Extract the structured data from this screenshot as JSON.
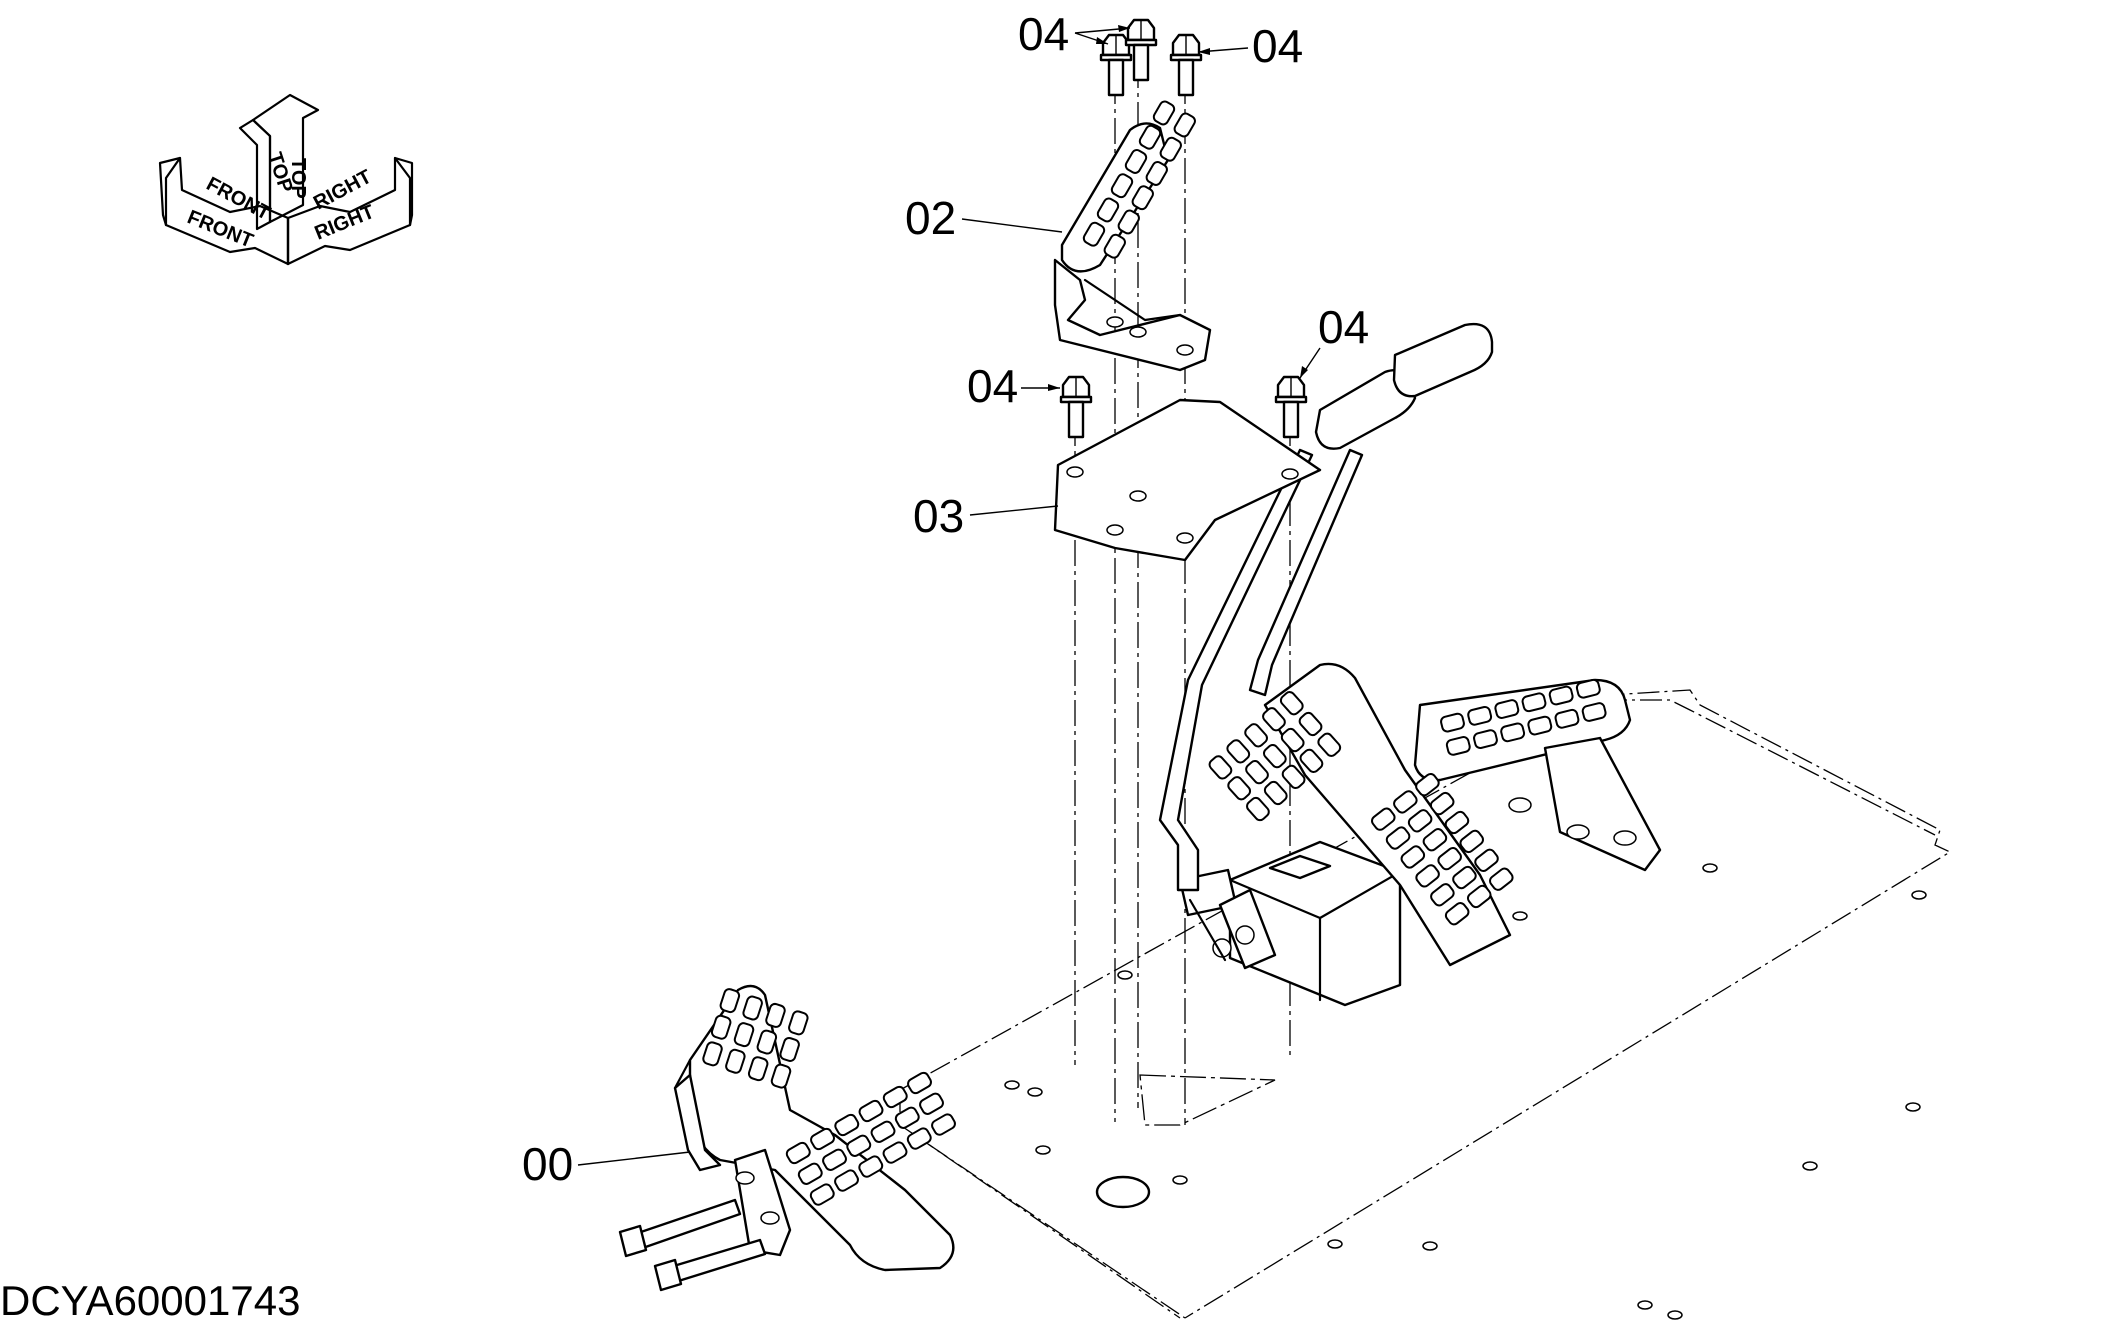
{
  "diagram": {
    "drawing_id": "DCYA60001743",
    "orientation": {
      "top_1": "TOP",
      "top_2": "TOP",
      "front_1": "FRONT",
      "front_2": "FRONT",
      "right_1": "RIGHT",
      "right_2": "RIGHT"
    },
    "callouts": {
      "bolt_top_left": "04",
      "bolt_top_right": "04",
      "bolt_plate_left": "04",
      "bolt_plate_right": "04",
      "pedal_bracket": "02",
      "mount_plate": "03",
      "pedal_assembly": "00"
    }
  }
}
